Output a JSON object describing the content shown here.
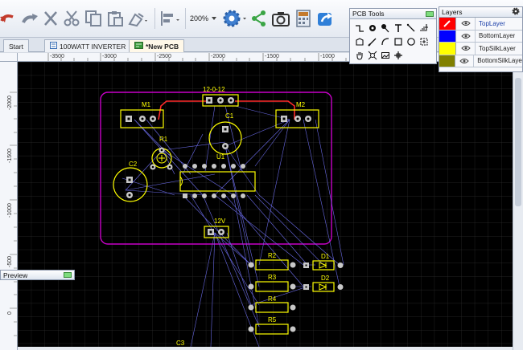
{
  "toolbar": {
    "zoom_label": "200%",
    "icons": [
      "undo-icon",
      "redo-icon",
      "delete-icon",
      "cut-icon",
      "copy-icon",
      "paste-icon",
      "paint-icon",
      "align-icon",
      "zoom-icon",
      "gear-icon",
      "share-icon",
      "camera-icon",
      "calculator-icon",
      "export-icon"
    ]
  },
  "tabs": [
    {
      "label": "Start",
      "active": false
    },
    {
      "label": "100WATT INVERTER",
      "active": false
    },
    {
      "label": "*New PCB",
      "active": true
    }
  ],
  "rulers": {
    "horizontal": [
      "-3500",
      "-3000",
      "-2500",
      "-2000",
      "-1500",
      "-1000"
    ],
    "vertical": [
      "-2000",
      "-1500",
      "-1000",
      "-500",
      "0"
    ]
  },
  "pcb_tools": {
    "title": "PCB Tools",
    "tools": [
      "track-tool-icon",
      "via-tool-icon",
      "pad-tool-icon",
      "text-tool-icon",
      "line-tool-icon",
      "dimension-tool-icon",
      "polygon-tool-icon",
      "pen-tool-icon",
      "arc-tool-icon",
      "rectangle-tool-icon",
      "circle-tool-icon",
      "image-tool-icon",
      "hand-tool-icon",
      "select-tool-icon",
      "image-insert-icon",
      "origin-tool-icon"
    ]
  },
  "layers": {
    "title": "Layers",
    "items": [
      {
        "name": "TopLayer",
        "color": "#ff0000",
        "selected": true
      },
      {
        "name": "BottomLayer",
        "color": "#0000ff",
        "selected": false
      },
      {
        "name": "TopSilkLayer",
        "color": "#ffff00",
        "selected": false
      },
      {
        "name": "BottomSilkLayer",
        "color": "#808000",
        "selected": false
      }
    ]
  },
  "preview": {
    "title": "Preview"
  },
  "pcb": {
    "labels": {
      "conn_top": "12-0-12",
      "m1": "M1",
      "m2": "M2",
      "c1": "C1",
      "r1": "R1",
      "c2": "C2",
      "u1": "U1",
      "conn_12v": "12V",
      "r2": "R2",
      "r3": "R3",
      "r4": "R4",
      "r5": "R5",
      "d1": "D1",
      "d2": "D2",
      "c3": "C3"
    },
    "colors": {
      "background": "#000000",
      "grid": "#2e2e2e",
      "outline": "#c800c8",
      "silk": "#ffff00",
      "track": "#ff2a2a",
      "ratline": "#6a6ae6",
      "pad": "#c8c8c8"
    }
  }
}
